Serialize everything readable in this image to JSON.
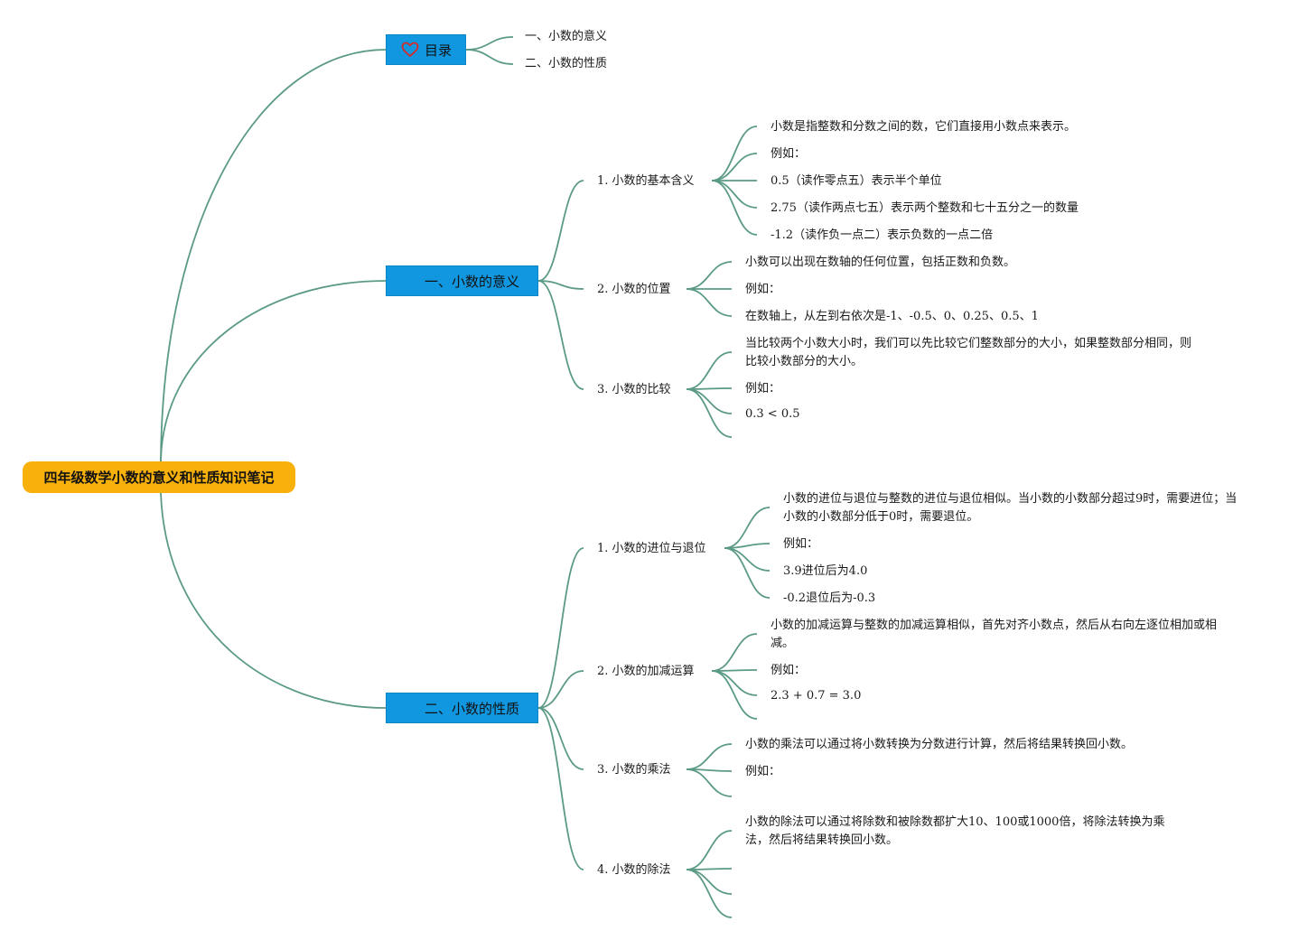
{
  "root": {
    "title": "四年级数学小数的意义和性质知识笔记"
  },
  "toc": {
    "label": "目录",
    "icon": "heart-icon",
    "items": [
      "一、小数的意义",
      "二、小数的性质"
    ]
  },
  "section1": {
    "label": "一、小数的意义",
    "topics": [
      {
        "title": "1. 小数的基本含义",
        "leaves": [
          "小数是指整数和分数之间的数，它们直接用小数点来表示。",
          "例如：",
          "0.5（读作零点五）表示半个单位",
          "2.75（读作两点七五）表示两个整数和七十五分之一的数量",
          "-1.2（读作负一点二）表示负数的一点二倍"
        ]
      },
      {
        "title": "2. 小数的位置",
        "leaves": [
          "小数可以出现在数轴的任何位置，包括正数和负数。",
          "例如：",
          "在数轴上，从左到右依次是-1、-0.5、0、0.25、0.5、1"
        ]
      },
      {
        "title": "3. 小数的比较",
        "leaves": [
          "当比较两个小数大小时，我们可以先比较它们整数部分的大小，如果整数部分相同，则比较小数部分的大小。",
          "例如：",
          "0.3 < 0.5",
          ""
        ]
      }
    ]
  },
  "section2": {
    "label": "二、小数的性质",
    "topics": [
      {
        "title": "1. 小数的进位与退位",
        "leaves": [
          "小数的进位与退位与整数的进位与退位相似。当小数的小数部分超过9时，需要进位；当小数的小数部分低于0时，需要退位。",
          "例如：",
          "3.9进位后为4.0",
          "-0.2退位后为-0.3"
        ]
      },
      {
        "title": "2. 小数的加减运算",
        "leaves": [
          "小数的加减运算与整数的加减运算相似，首先对齐小数点，然后从右向左逐位相加或相减。",
          "例如：",
          "2.3 + 0.7 = 3.0",
          ""
        ]
      },
      {
        "title": "3. 小数的乘法",
        "leaves": [
          "小数的乘法可以通过将小数转换为分数进行计算，然后将结果转换回小数。",
          "例如：",
          ""
        ]
      },
      {
        "title": "4. 小数的除法",
        "leaves": [
          "小数的除法可以通过将除数和被除数都扩大10、100或1000倍，将除法转换为乘法，然后将结果转换回小数。",
          "",
          "",
          ""
        ]
      }
    ]
  },
  "colors": {
    "root_fill": "#f8b00a",
    "main_fill": "#1197e0",
    "link_stroke": "#5b9a85"
  }
}
